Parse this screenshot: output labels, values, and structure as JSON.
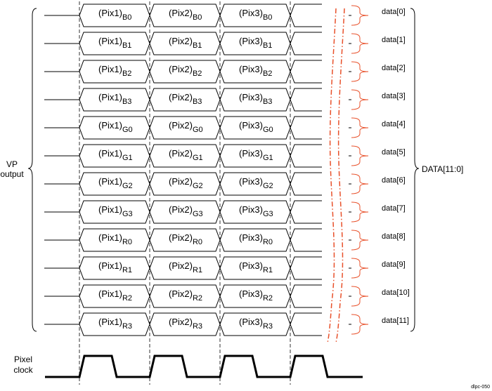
{
  "vp_output_label": [
    "VP",
    "output"
  ],
  "pixel_clock_label": [
    "Pixel",
    "clock"
  ],
  "data_bus_label": "DATA[11:0]",
  "figure_id": "dlpc-050",
  "pixel_names": [
    "(Pix1)",
    "(Pix2)",
    "(Pix3)"
  ],
  "bit_subscripts": [
    "B0",
    "B1",
    "B2",
    "B3",
    "G0",
    "G1",
    "G2",
    "G3",
    "R0",
    "R1",
    "R2",
    "R3"
  ],
  "data_lines": [
    "data[0]",
    "data[1]",
    "data[2]",
    "data[3]",
    "data[4]",
    "data[5]",
    "data[6]",
    "data[7]",
    "data[8]",
    "data[9]",
    "data[10]",
    "data[11]"
  ],
  "colors": {
    "signal": "#000000",
    "brace": "#e8502a",
    "break_mark": "#e8502a"
  }
}
